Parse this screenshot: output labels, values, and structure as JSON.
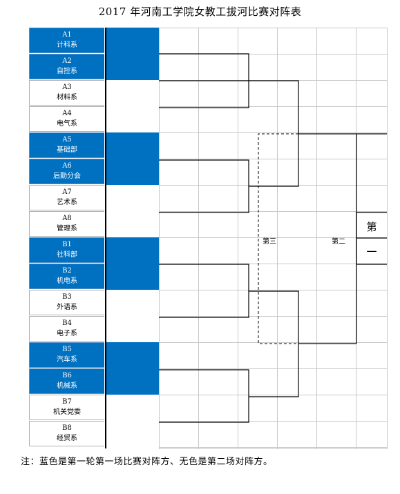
{
  "title": "2017 年河南工学院女教工拔河比赛对阵表",
  "teams": [
    {
      "code": "A1",
      "dept": "计科系",
      "blue": true
    },
    {
      "code": "A2",
      "dept": "自控系",
      "blue": true
    },
    {
      "code": "A3",
      "dept": "材料系",
      "blue": false
    },
    {
      "code": "A4",
      "dept": "电气系",
      "blue": false
    },
    {
      "code": "A5",
      "dept": "基础部",
      "blue": true
    },
    {
      "code": "A6",
      "dept": "后勤分会",
      "blue": true
    },
    {
      "code": "A7",
      "dept": "艺术系",
      "blue": false
    },
    {
      "code": "A8",
      "dept": "管理系",
      "blue": false
    },
    {
      "code": "B1",
      "dept": "社科部",
      "blue": true
    },
    {
      "code": "B2",
      "dept": "机电系",
      "blue": true
    },
    {
      "code": "B3",
      "dept": "外语系",
      "blue": false
    },
    {
      "code": "B4",
      "dept": "电子系",
      "blue": false
    },
    {
      "code": "B5",
      "dept": "汽车系",
      "blue": true
    },
    {
      "code": "B6",
      "dept": "机械系",
      "blue": true
    },
    {
      "code": "B7",
      "dept": "机关党委",
      "blue": false
    },
    {
      "code": "B8",
      "dept": "经贸系",
      "blue": false
    }
  ],
  "places": {
    "third": "第三",
    "second": "第二",
    "first_top": "第",
    "first_bottom": "一"
  },
  "note": "注：蓝色是第一轮第一场比赛对阵方、无色是第二场对阵方。",
  "colors": {
    "blue": "#0070c0"
  }
}
